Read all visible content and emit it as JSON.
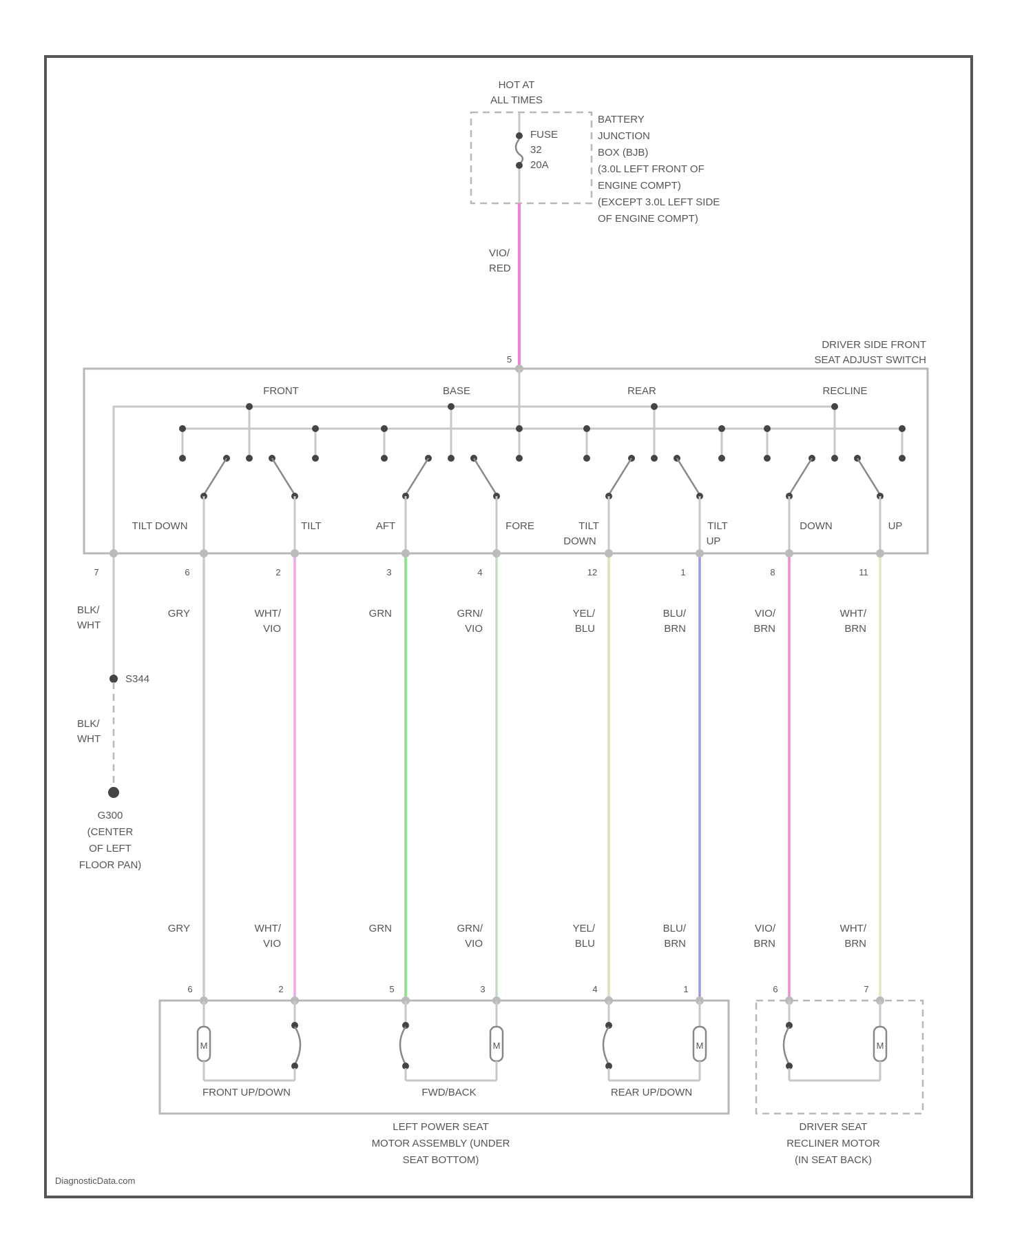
{
  "power": {
    "hot_line1": "HOT AT",
    "hot_line2": "ALL TIMES",
    "fuse_line1": "FUSE",
    "fuse_line2": "32",
    "fuse_line3": "20A",
    "bjb_lines": [
      "BATTERY",
      "JUNCTION",
      "BOX (BJB)",
      "(3.0L LEFT FRONT OF",
      "ENGINE COMPT)",
      "(EXCEPT 3.0L LEFT SIDE",
      "OF ENGINE COMPT)"
    ],
    "feed_wire_1": "VIO/",
    "feed_wire_2": "RED"
  },
  "switch": {
    "title_1": "DRIVER SIDE FRONT",
    "title_2": "SEAT ADJUST SWITCH",
    "feed_pin": "5",
    "sections": [
      "FRONT",
      "BASE",
      "REAR",
      "RECLINE"
    ],
    "positions": [
      "TILT DOWN",
      "TILT",
      "AFT",
      "FORE",
      "TILT",
      "DOWN",
      "TILT",
      "UP",
      "DOWN",
      "UP"
    ],
    "pins": [
      "7",
      "6",
      "2",
      "3",
      "4",
      "12",
      "1",
      "8",
      "11"
    ]
  },
  "ground": {
    "wire_top_1": "BLK/",
    "wire_top_2": "WHT",
    "splice": "S344",
    "wire_bot_1": "BLK/",
    "wire_bot_2": "WHT",
    "g_lines": [
      "G300",
      "(CENTER",
      "OF LEFT",
      "FLOOR PAN)"
    ]
  },
  "wires": [
    {
      "c1": "GRY",
      "c2": "",
      "color": "#cccccc"
    },
    {
      "c1": "WHT/",
      "c2": "VIO",
      "color": "#f0a8f0"
    },
    {
      "c1": "GRN",
      "c2": "",
      "color": "#7ee87e"
    },
    {
      "c1": "GRN/",
      "c2": "VIO",
      "color": "#c8d8c8"
    },
    {
      "c1": "YEL/",
      "c2": "BLU",
      "color": "#e0e0b8"
    },
    {
      "c1": "BLU/",
      "c2": "BRN",
      "color": "#9a9ae0"
    },
    {
      "c1": "VIO/",
      "c2": "BRN",
      "color": "#f08cc8"
    },
    {
      "c1": "WHT/",
      "c2": "BRN",
      "color": "#e6e6c0"
    }
  ],
  "motors": {
    "pins": [
      "6",
      "2",
      "5",
      "3",
      "4",
      "1",
      "6",
      "7"
    ],
    "motor_symbol": "M",
    "labels": [
      "FRONT UP/DOWN",
      "FWD/BACK",
      "REAR UP/DOWN"
    ],
    "assembly_lines": [
      "LEFT POWER SEAT",
      "MOTOR ASSEMBLY (UNDER",
      "SEAT BOTTOM)"
    ],
    "recliner_lines": [
      "DRIVER SEAT",
      "RECLINER MOTOR",
      "(IN SEAT BACK)"
    ]
  },
  "footer": "DiagnosticData.com",
  "colors": {
    "feed_wire": "#f080d8",
    "frame": "#555555"
  }
}
